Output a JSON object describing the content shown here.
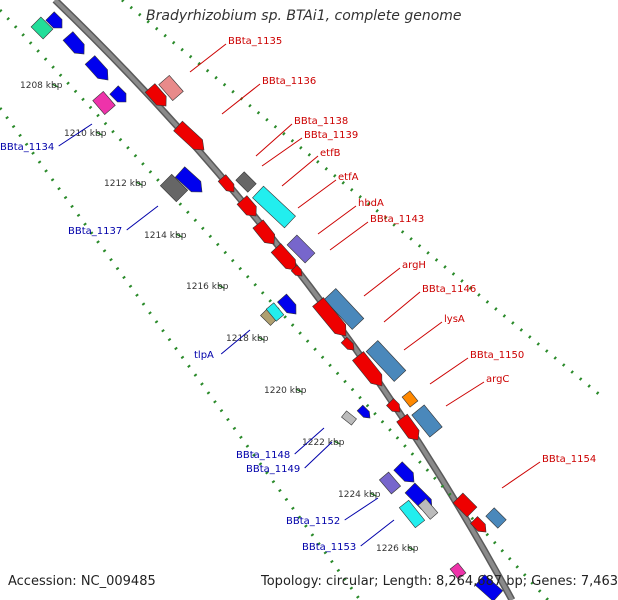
{
  "title": "Bradyrhizobium sp. BTAi1, complete genome",
  "footer": {
    "accession": "Accession: NC_009485",
    "summary": "Topology: circular; Length: 8,264,687 bp; Genes: 7,463"
  },
  "colors": {
    "backbone": "#8a8a8a",
    "plus_label": "#cc0000",
    "minus_label": "#0000aa",
    "ruler_dot": "#2a8a2a",
    "tick": "#1f7a1f"
  },
  "ruler": [
    "1208 kbp",
    "1210 kbp",
    "1212 kbp",
    "1214 kbp",
    "1216 kbp",
    "1218 kbp",
    "1220 kbp",
    "1222 kbp",
    "1224 kbp",
    "1226 kbp"
  ],
  "labels_plus": [
    "BBta_1135",
    "BBta_1136",
    "BBta_1138",
    "BBta_1139",
    "etfB",
    "etfA",
    "hbdA",
    "BBta_1143",
    "argH",
    "BBta_1146",
    "lysA",
    "BBta_1150",
    "argC",
    "BBta_1154"
  ],
  "labels_minus": [
    "BBta_1134",
    "BBta_1137",
    "tlpA",
    "BBta_1148",
    "BBta_1149",
    "BBta_1152",
    "BBta_1153"
  ]
}
